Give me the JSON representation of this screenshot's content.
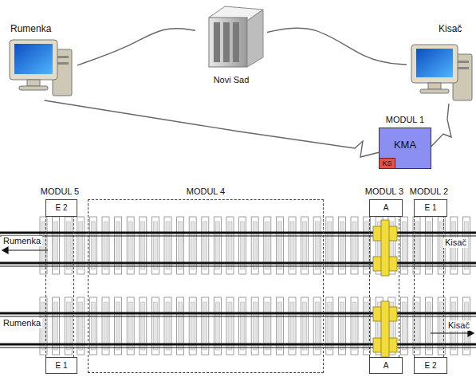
{
  "diagram": {
    "nodes": [
      {
        "text": [
          "Rumenka"
        ]
      },
      {
        "text": [
          "Novi Sad"
        ]
      },
      {
        "text": [
          "Kisač"
        ]
      },
      {
        "text": [
          "MODUL 1",
          "KMA"
        ]
      },
      {
        "text": [
          "KS"
        ],
        "in": 3
      },
      {
        "text": [
          "MODUL 5"
        ]
      },
      {
        "text": [
          "E 2"
        ],
        "in": 5
      },
      {
        "text": [
          "E 1"
        ],
        "in": 5
      },
      {
        "text": [
          "MODUL 4"
        ]
      },
      {
        "text": [
          "MODUL 3"
        ]
      },
      {
        "text": [
          "A"
        ],
        "in": 9
      },
      {
        "text": [
          "A"
        ],
        "in": 9
      },
      {
        "text": [
          "MODUL 2"
        ]
      },
      {
        "text": [
          "E 1"
        ],
        "in": 12
      },
      {
        "text": [
          "E 2"
        ],
        "in": 12
      }
    ],
    "edges": [
      {
        "from": 0,
        "to": 1,
        "arrow": "none"
      },
      {
        "from": 1,
        "to": 2,
        "arrow": "none"
      },
      {
        "from": 0,
        "to": 3,
        "arrow": "none"
      },
      {
        "from": 3,
        "to": 2,
        "arrow": "none"
      }
    ],
    "labels": [
      "Rumenka",
      "Kisač",
      "Rumenka",
      "Kisač"
    ]
  }
}
